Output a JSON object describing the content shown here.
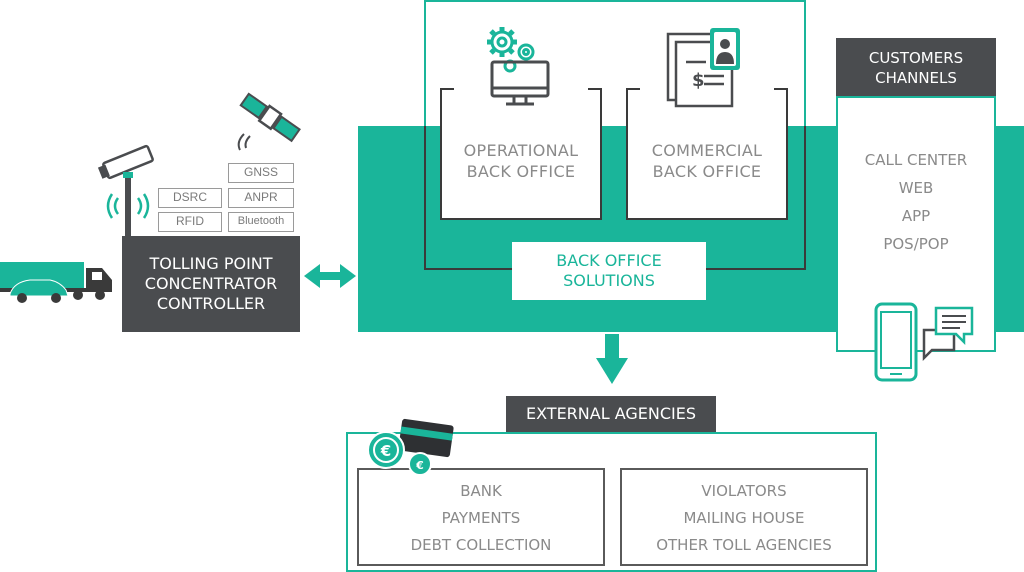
{
  "tolling_point": {
    "title_lines": [
      "TOLLING POINT",
      "CONCENTRATOR",
      "CONTROLLER"
    ],
    "tech": {
      "gnss": "GNSS",
      "dsrc": "DSRC",
      "anpr": "ANPR",
      "rfid": "RFID",
      "bluetooth": "Bluetooth"
    }
  },
  "back_office": {
    "operational_lines": [
      "OPERATIONAL",
      "BACK OFFICE"
    ],
    "commercial_lines": [
      "COMMERCIAL",
      "BACK OFFICE"
    ],
    "solutions_lines": [
      "BACK OFFICE",
      "SOLUTIONS"
    ]
  },
  "customers": {
    "title_lines": [
      "CUSTOMERS",
      "CHANNELS"
    ],
    "items": [
      "CALL CENTER",
      "WEB",
      "APP",
      "POS/POP"
    ]
  },
  "external": {
    "title": "EXTERNAL AGENCIES",
    "left_items": [
      "BANK",
      "PAYMENTS",
      "DEBT COLLECTION"
    ],
    "right_items": [
      "VIOLATORS",
      "MAILING HOUSE",
      "OTHER TOLL AGENCIES"
    ]
  },
  "colors": {
    "teal": "#1ab59a",
    "dark": "#4a4c4f",
    "text_gray": "#8a8a8a"
  }
}
